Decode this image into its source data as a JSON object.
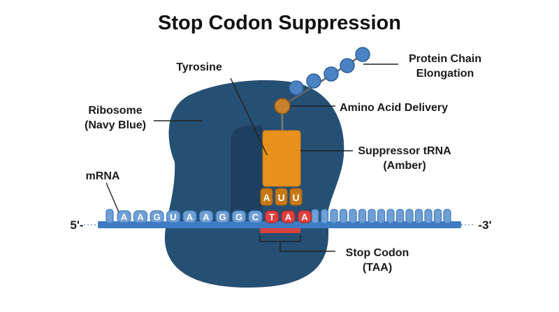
{
  "title": "Stop Codon Suppression",
  "labels": {
    "protein_line1": "Protein Chain",
    "protein_line2": "Elongation",
    "tyrosine": "Tyrosine",
    "amino_acid_delivery": "Amino Acid Delivery",
    "ribosome_line1": "Ribosome",
    "ribosome_line2": "(Navy Blue)",
    "trna_line1": "Suppressor tRNA",
    "trna_line2": "(Amber)",
    "mrna": "mRNA",
    "stop_line1": "Stop Codon",
    "stop_line2": "(TAA)",
    "five_prime": "5'-",
    "three_prime": "-3'"
  },
  "mrna_bases": [
    "A",
    "A",
    "G",
    "U",
    "A",
    "A",
    "G",
    "G",
    "C",
    "T",
    "A",
    "A"
  ],
  "stop_codon_bases": [
    "T",
    "A",
    "A"
  ],
  "anticodon": [
    "A",
    "U",
    "U"
  ],
  "colors": {
    "ribosome": "#264f74",
    "ribosome_dark": "#1e4060",
    "trna": "#e8921c",
    "trna_dark": "#c87812",
    "stop": "#e04040",
    "stop_bar": "#d94040",
    "mrna": "#3d7cc2",
    "mrna_light": "#6f9fd4",
    "protein": "#4a82c4",
    "amino_acid": "#c8802a"
  }
}
